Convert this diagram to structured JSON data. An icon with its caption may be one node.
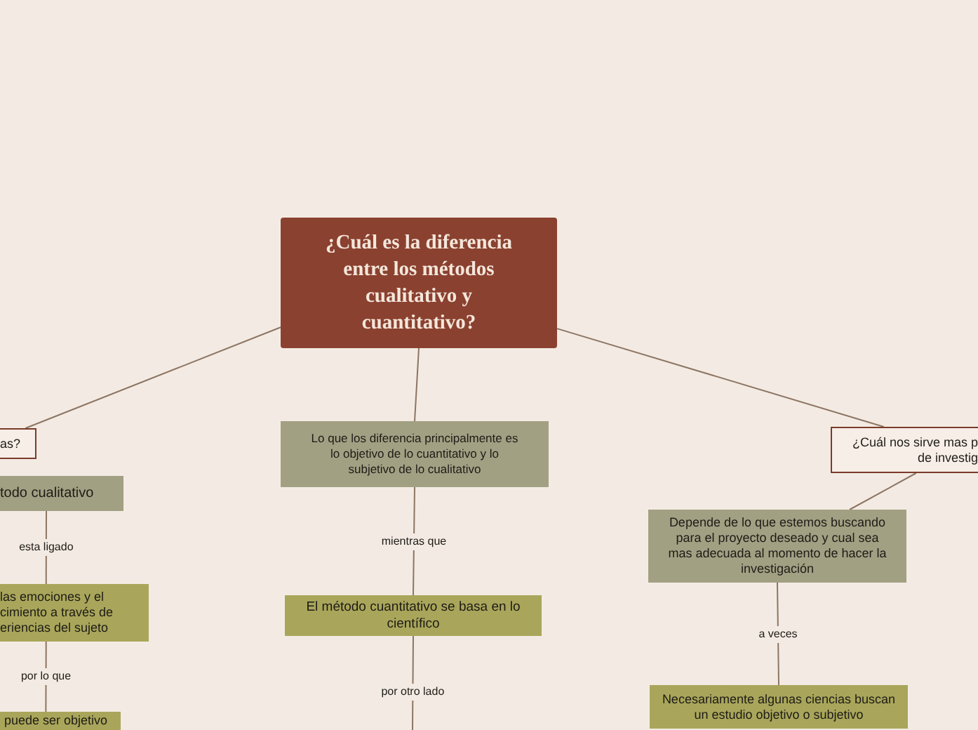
{
  "diagram": {
    "nodes": [
      {
        "text": [
          "¿Cuál es la diferencia entre los métodos cualitativo y cuantitativo?"
        ]
      },
      {
        "text": [
          "as?"
        ]
      },
      {
        "text": [
          "todo cualitativo"
        ]
      },
      {
        "text": [
          "las emociones y el cimiento a través de eriencias del sujeto"
        ]
      },
      {
        "text": [
          "puede ser objetivo"
        ]
      },
      {
        "text": [
          "Lo que los diferencia principalmente es lo objetivo de lo cuantitativo y lo subjetivo de lo cualitativo"
        ]
      },
      {
        "text": [
          "El método cuantitativo se basa en lo científico"
        ]
      },
      {
        "text": [
          "¿Cuál nos sirve mas p de investig"
        ]
      },
      {
        "text": [
          "Depende de lo que estemos buscando para el proyecto deseado y cual sea mas adecuada al momento de hacer la investigación"
        ]
      },
      {
        "text": [
          "Necesariamente algunas ciencias buscan un estudio objetivo o subjetivo"
        ]
      }
    ],
    "edges": [
      {
        "from": 0,
        "to": 1,
        "arrow": "none"
      },
      {
        "from": 0,
        "to": 5,
        "arrow": "none"
      },
      {
        "from": 0,
        "to": 7,
        "arrow": "none"
      },
      {
        "from": 2,
        "to": 3,
        "arrow": "none",
        "label": "esta ligado"
      },
      {
        "from": 3,
        "to": 4,
        "arrow": "none",
        "label": "por lo que"
      },
      {
        "from": 5,
        "to": 6,
        "arrow": "none",
        "label": "mientras que"
      },
      {
        "from": 6,
        "to": null,
        "arrow": "none",
        "label": "por otro lado"
      },
      {
        "from": 7,
        "to": 8,
        "arrow": "none"
      },
      {
        "from": 8,
        "to": 9,
        "arrow": "none",
        "label": "a veces"
      }
    ]
  }
}
